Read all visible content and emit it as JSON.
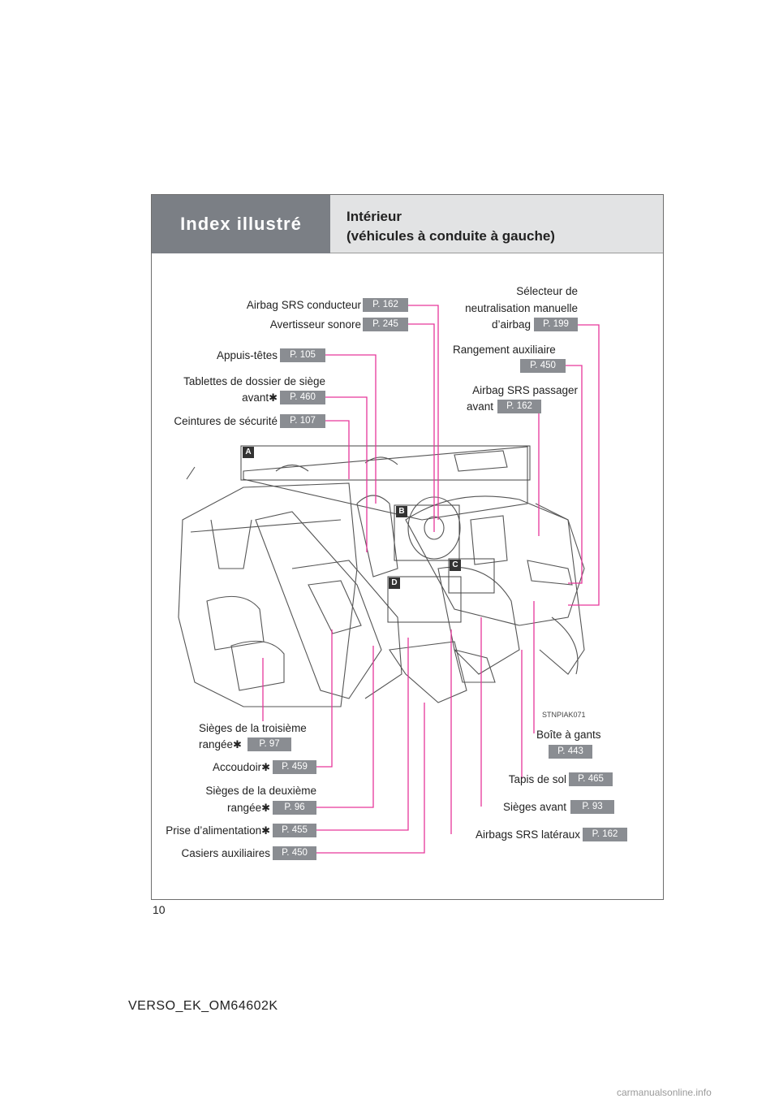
{
  "header": {
    "section": "Index illustré",
    "title_line1": "Intérieur",
    "title_line2": "(véhicules à conduite à gauche)"
  },
  "callouts": {
    "airbag_conducteur": {
      "label": "Airbag SRS conducteur",
      "page": "P. 162"
    },
    "avertisseur": {
      "label": "Avertisseur sonore",
      "page": "P. 245"
    },
    "appuis_tetes": {
      "label": "Appuis-têtes",
      "page": "P. 105"
    },
    "tablettes": {
      "label_line1": "Tablettes de dossier de siège",
      "label_line2": "avant",
      "page": "P. 460"
    },
    "ceintures": {
      "label": "Ceintures de sécurité",
      "page": "P. 107"
    },
    "selecteur": {
      "label_line1": "Sélecteur de",
      "label_line2": "neutralisation manuelle",
      "label_line3": "d’airbag",
      "page": "P. 199"
    },
    "rangement": {
      "label": "Rangement auxiliaire",
      "page": "P. 450"
    },
    "airbag_passager": {
      "label_line1": "Airbag SRS passager",
      "label_line2": "avant",
      "page": "P. 162"
    },
    "sieges_troisieme": {
      "label_line1": "Sièges de la troisième",
      "label_line2": "rangée",
      "page": "P. 97"
    },
    "accoudoir": {
      "label": "Accoudoir",
      "page": "P. 459"
    },
    "sieges_deuxieme": {
      "label_line1": "Sièges de la deuxième",
      "label_line2": "rangée",
      "page": "P. 96"
    },
    "prise": {
      "label": "Prise d’alimentation",
      "page": "P. 455"
    },
    "casiers": {
      "label": "Casiers auxiliaires",
      "page": "P. 450"
    },
    "boite_gants": {
      "label": "Boîte à gants",
      "page": "P. 443"
    },
    "tapis": {
      "label": "Tapis de sol",
      "page": "P. 465"
    },
    "sieges_avant": {
      "label": "Sièges avant",
      "page": "P. 93"
    },
    "airbags_lateraux": {
      "label": "Airbags SRS latéraux",
      "page": "P. 162"
    }
  },
  "star": "✱",
  "image_code": "STNPIAK071",
  "zone_labels": {
    "a": "A",
    "b": "B",
    "c": "C",
    "d": "D"
  },
  "page_number": "10",
  "footer_code": "VERSO_EK_OM64602K",
  "watermark": "carmanualsonline.info",
  "colors": {
    "leader": "#e6379a",
    "tag": "#8a8d92",
    "header_dark": "#7b7f85",
    "header_light": "#e2e3e4"
  }
}
